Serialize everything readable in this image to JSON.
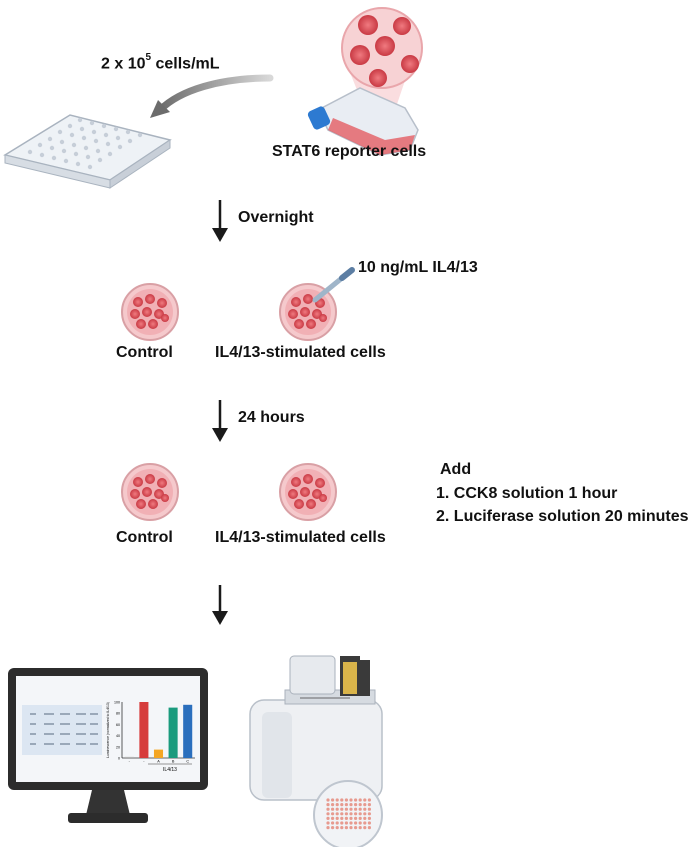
{
  "step1": {
    "seeding_prefix": "2 x 10",
    "seeding_exponent": "5",
    "seeding_suffix": " cells/mL",
    "cell_line_label": "STAT6 reporter cells"
  },
  "step2": {
    "arrow_label": "Overnight",
    "treatment_label": "10 ng/mL IL4/13"
  },
  "step3": {
    "control_label": "Control",
    "stimulated_label": "IL4/13-stimulated cells"
  },
  "step4": {
    "arrow_label": "24 hours"
  },
  "step5": {
    "control_label": "Control",
    "stimulated_label": "IL4/13-stimulated cells",
    "add_title": "Add",
    "add_items": [
      "1. CCK8 solution 1 hour",
      "2. Luciferase solution 20 minutes"
    ]
  },
  "monitor_chart": {
    "type": "bar",
    "ylabel": "Luminescence (normalized to IL4/13)",
    "yticks": [
      "100",
      "80",
      "60",
      "40",
      "20",
      "0"
    ],
    "categories": [
      "-",
      "-",
      "A",
      "B",
      "C"
    ],
    "group_label": "IL4/13",
    "values": [
      2,
      100,
      15,
      90,
      95
    ],
    "colors": [
      "#b0b0b0",
      "#d63c3c",
      "#f5a623",
      "#1a9b7e",
      "#2b6fbd"
    ],
    "ylim": [
      0,
      100
    ]
  },
  "colors": {
    "cell": "#d9535c",
    "dish": "#f3b4b8",
    "arrow": "#1a1a1a"
  }
}
